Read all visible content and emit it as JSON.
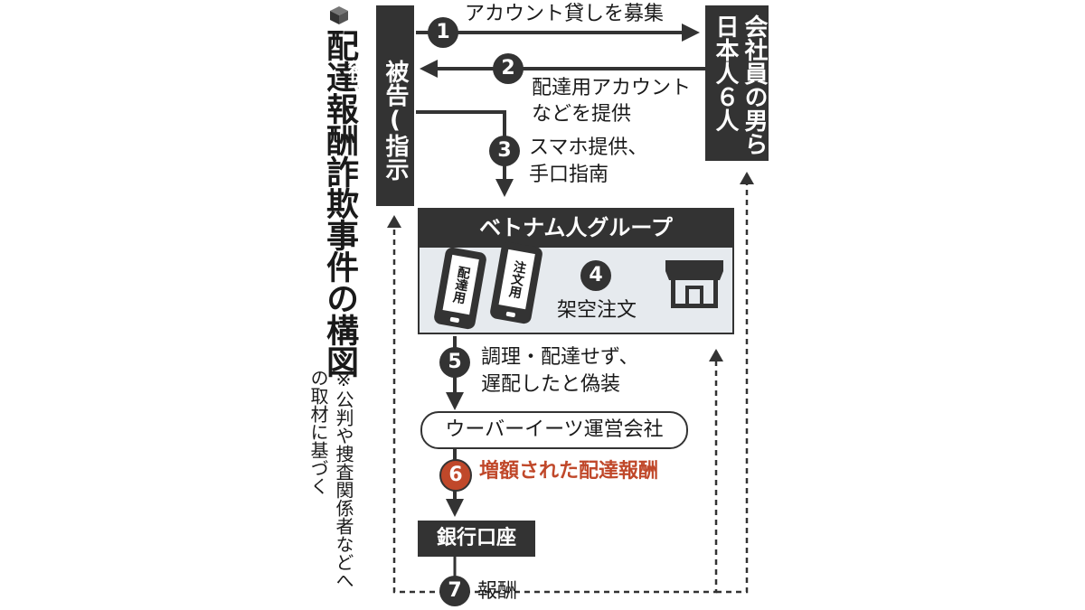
{
  "title": "配達報酬詐欺事件の構図",
  "note": "※公判や捜査関係者などへの取材に基づく",
  "nodes": {
    "defendant": "被告(指示役)",
    "men": "会社員の男ら日本人６人",
    "group": "ベトナム人グループ",
    "phone_delivery": "配達用",
    "phone_order": "注文用",
    "ubereats": "ウーバーイーツ運営会社",
    "bank": "銀行口座"
  },
  "steps": [
    {
      "num": "1",
      "text": "アカウント貸しを募集"
    },
    {
      "num": "2",
      "text_lines": [
        "配達用アカウント",
        "などを提供"
      ]
    },
    {
      "num": "3",
      "text_lines": [
        "スマホ提供、",
        "手口指南"
      ]
    },
    {
      "num": "4",
      "text": "架空注文"
    },
    {
      "num": "5",
      "text_lines": [
        "調理・配達せず、",
        "遅配したと偽装"
      ]
    },
    {
      "num": "6",
      "text": "増額された配達報酬"
    },
    {
      "num": "7",
      "text": "報酬"
    }
  ],
  "colors": {
    "dark": "#333333",
    "accent": "#c0482a",
    "panel": "#e6eaee"
  },
  "icons": {
    "title_marker": "cube-icon",
    "shop": "shop-icon"
  }
}
